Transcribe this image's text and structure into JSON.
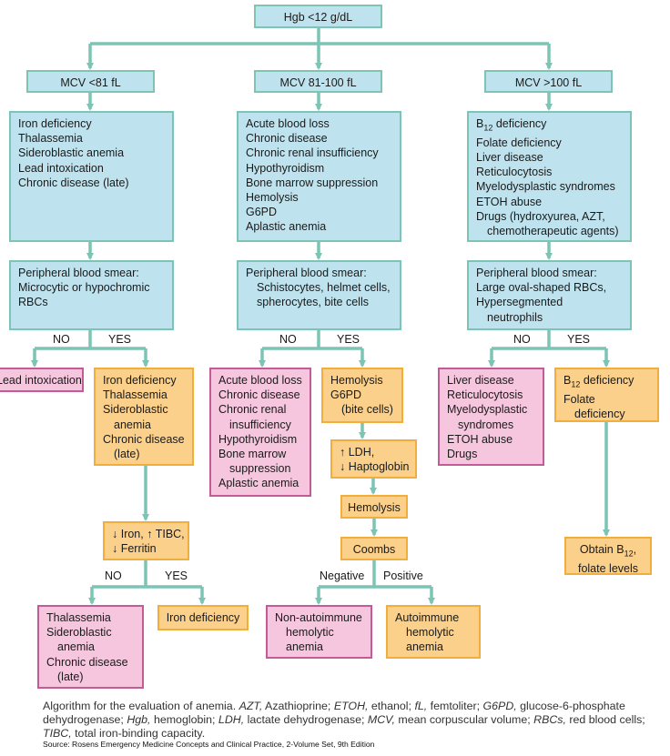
{
  "top": "Hgb <12 g/dL",
  "mcv": {
    "low": "MCV <81 fL",
    "mid": "MCV 81-100 fL",
    "high": "MCV >100 fL"
  },
  "causes": {
    "low": [
      "Iron deficiency",
      "Thalassemia",
      "Sideroblastic anemia",
      "Lead intoxication",
      "Chronic disease (late)"
    ],
    "mid": [
      "Acute blood loss",
      "Chronic disease",
      "Chronic renal insufficiency",
      "Hypothyroidism",
      "Bone marrow suppression",
      "Hemolysis",
      "G6PD",
      "Aplastic anemia"
    ],
    "high": [
      "B12 deficiency",
      "Folate deficiency",
      "Liver disease",
      "Reticulocytosis",
      "Myelodysplastic syndromes",
      "ETOH abuse",
      "Drugs (hydroxyurea, AZT,",
      "chemotherapeutic agents)"
    ]
  },
  "smear": {
    "low": [
      "Peripheral blood smear:",
      "Microcytic or hypochromic",
      "RBCs"
    ],
    "mid": [
      "Peripheral blood smear:",
      "Schistocytes, helmet cells,",
      "spherocytes, bite cells"
    ],
    "high": [
      "Peripheral blood smear:",
      "Large oval-shaped RBCs,",
      "Hypersegmented",
      "neutrophils"
    ]
  },
  "labels": {
    "no": "NO",
    "yes": "YES",
    "negative": "Negative",
    "positive": "Positive"
  },
  "results": {
    "lead": "Lead intoxication",
    "low_yes": [
      "Iron deficiency",
      "Thalassemia",
      "Sideroblastic",
      "anemia",
      "Chronic disease",
      "(late)"
    ],
    "iron_tests": [
      "↓ Iron, ↑ TIBC,",
      "↓ Ferritin"
    ],
    "low_no_final": [
      "Thalassemia",
      "Sideroblastic",
      "anemia",
      "Chronic disease",
      "(late)"
    ],
    "iron_def": "Iron deficiency",
    "mid_no": [
      "Acute blood loss",
      "Chronic disease",
      "Chronic renal",
      "insufficiency",
      "Hypothyroidism",
      "Bone marrow",
      "suppression",
      "Aplastic anemia"
    ],
    "mid_yes": [
      "Hemolysis",
      "G6PD",
      "(bite cells)"
    ],
    "ldh": [
      "↑ LDH,",
      "↓ Haptoglobin"
    ],
    "hemolysis": "Hemolysis",
    "coombs": "Coombs",
    "non_autoimmune": [
      "Non-autoimmune",
      "hemolytic",
      "anemia"
    ],
    "autoimmune": [
      "Autoimmune",
      "hemolytic",
      "anemia"
    ],
    "high_no": [
      "Liver disease",
      "Reticulocytosis",
      "Myelodysplastic",
      "syndromes",
      "ETOH abuse",
      "Drugs"
    ],
    "high_yes": [
      "B12 deficiency",
      "Folate",
      "deficiency"
    ],
    "obtain": [
      "Obtain B12,",
      "folate levels"
    ]
  },
  "caption": "Algorithm for the evaluation of anemia. AZT, Azathioprine; ETOH, ethanol; fL, femtoliter; G6PD, glucose-6-phosphate dehydrogenase; Hgb, hemoglobin; LDH, lactate dehydrogenase; MCV, mean corpuscular volume; RBCs, red blood cells; TIBC, total iron-binding capacity.",
  "source": "Source: Rosens Emergency Medicine Concepts and Clinical Practice, 2-Volume Set, 9th Edition",
  "colors": {
    "blue_fill": "#bfe3ee",
    "teal_line": "#7cc4b3",
    "orange_fill": "#fbd08a",
    "orange_border": "#f2ad3a",
    "pink_fill": "#f6c6de",
    "pink_border": "#c25b98"
  }
}
